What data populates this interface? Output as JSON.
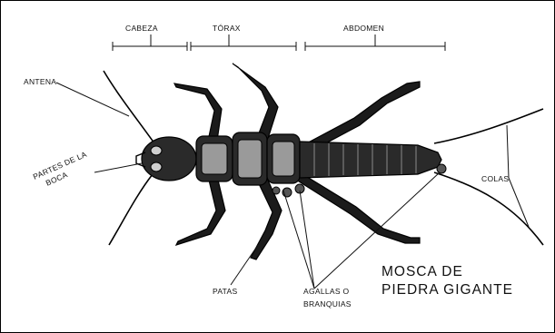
{
  "labels": {
    "cabeza": "CABEZA",
    "torax": "TÓRAX",
    "abdomen": "ABDOMEN",
    "antena": "ANTENA",
    "partes_line1": "PARTES DE LA",
    "partes_line2": "BOCA",
    "colas": "COLAS",
    "patas": "PATAS",
    "agallas_line1": "AGALLAS O",
    "agallas_line2": "BRANQUIAS",
    "title_line1": "MOSCA DE",
    "title_line2": "PIEDRA GIGANTE"
  },
  "colors": {
    "ink": "#111111",
    "background": "#ffffff",
    "body": "#2a2a2a",
    "segment": "#9a9a9a"
  }
}
